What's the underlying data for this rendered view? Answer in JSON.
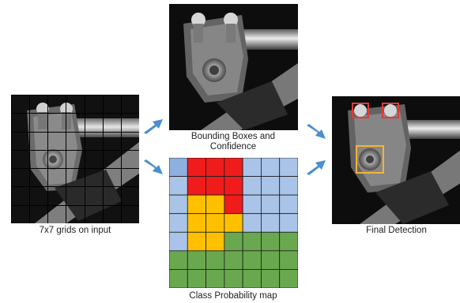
{
  "captions": {
    "grid_input": "7x7 grids on input",
    "bbox_line1": "Bounding Boxes and",
    "bbox_line2": "Confidence",
    "class_map": "Class Probability map",
    "final": "Final Detection"
  },
  "grid": {
    "rows": 7,
    "cols": 7
  },
  "class_map": {
    "rows": 7,
    "cols": 7,
    "colors": {
      "blue": "#a9c4e8",
      "blue_dark": "#8eb0df",
      "red": "#f01c1c",
      "orange": "#ffc000",
      "green": "#6aa84f",
      "line": "#1a1a1a"
    },
    "cells": [
      [
        "D",
        "R",
        "R",
        "R",
        "B",
        "B",
        "B"
      ],
      [
        "B",
        "R",
        "R",
        "R",
        "B",
        "B",
        "B"
      ],
      [
        "B",
        "O",
        "O",
        "R",
        "B",
        "B",
        "B"
      ],
      [
        "B",
        "O",
        "O",
        "O",
        "B",
        "B",
        "B"
      ],
      [
        "B",
        "O",
        "O",
        "G",
        "G",
        "G",
        "G"
      ],
      [
        "G",
        "G",
        "G",
        "G",
        "G",
        "G",
        "G"
      ],
      [
        "G",
        "G",
        "G",
        "G",
        "G",
        "G",
        "G"
      ]
    ]
  },
  "detection_colors": {
    "bolt": "#e53935",
    "nut": "#f2b632"
  },
  "arrow_color": "#4a8fd0"
}
